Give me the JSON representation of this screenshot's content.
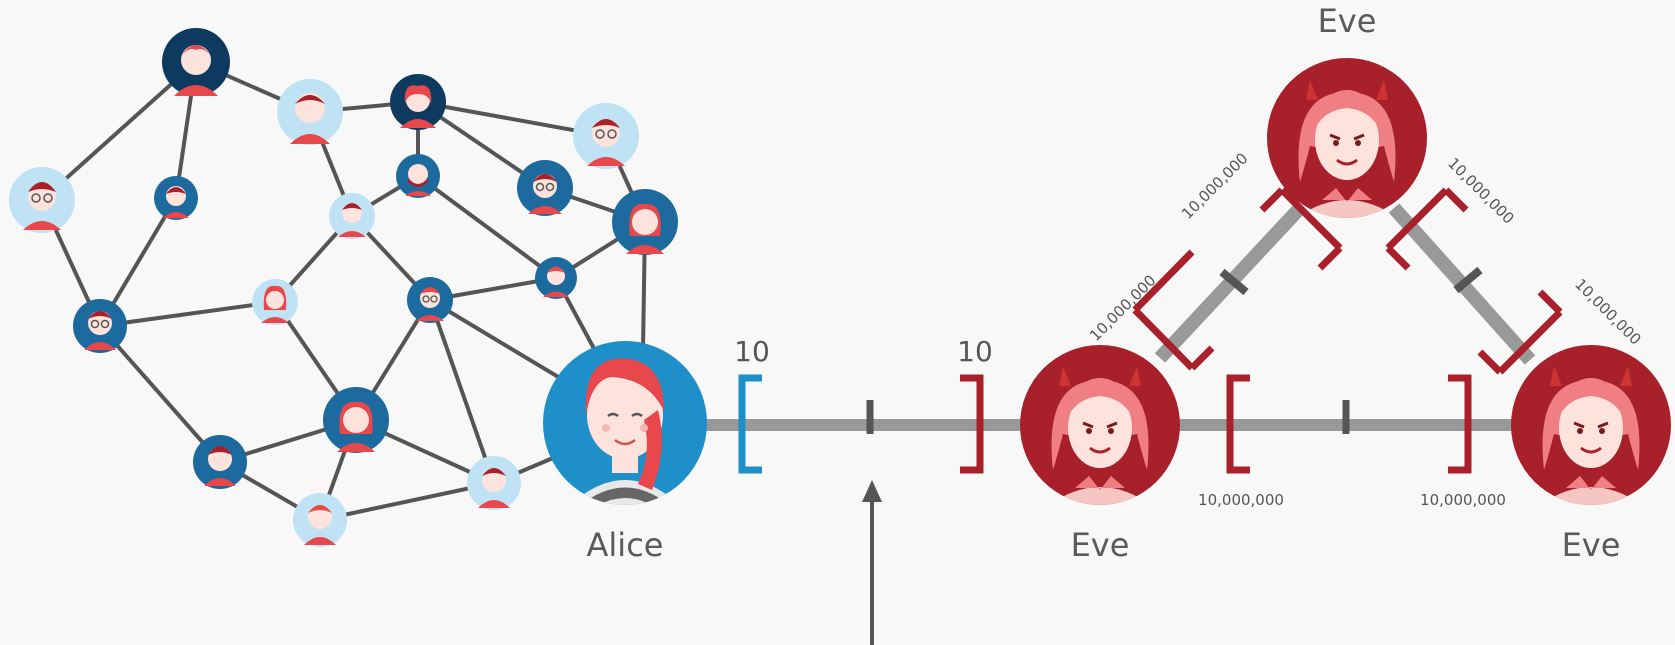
{
  "labels": {
    "alice": "Alice",
    "eve_top": "Eve",
    "eve_left": "Eve",
    "eve_right": "Eve"
  },
  "channel": {
    "alice_capacity": "10",
    "eve_capacity": "10"
  },
  "eve_channels": {
    "left_top_left": "10,000,000",
    "left_top_right": "10,000,000",
    "top_right_left": "10,000,000",
    "top_right_right": "10,000,000",
    "bottom_left": "10,000,000",
    "bottom_right": "10,000,000"
  },
  "colors": {
    "alice_blue": "#1e8fc8",
    "eve_red": "#a8202a",
    "edge_gray": "#555555",
    "channel_gray": "#999999"
  },
  "icons": {
    "alice": "alice-avatar-icon",
    "eve": "eve-devil-avatar-icon",
    "network": "network-node-icon"
  }
}
